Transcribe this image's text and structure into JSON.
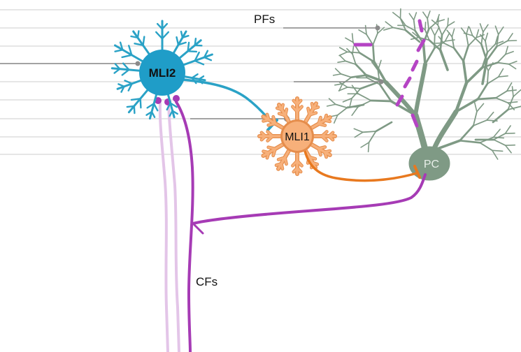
{
  "labels": {
    "pfs": "PFs",
    "cfs": "CFs",
    "mli2": "MLI2",
    "mli1": "MLI1",
    "pc": "PC"
  },
  "colors": {
    "parallel_fiber": "#dcdcdc",
    "parallel_fiber_contact": "#8a8a8a",
    "mli2": "#2aa2c6",
    "mli2_body": "#1f9dc8",
    "mli1": "#f7b07a",
    "mli1_outline": "#e58d4c",
    "mli1_axon": "#e8791f",
    "purkinje_cell": "#7f9a85",
    "climbing_fiber": "#a63bb5",
    "climbing_fiber_faded": "#e3c5e8",
    "text": "#111111",
    "pc_text": "#e8efe9"
  }
}
